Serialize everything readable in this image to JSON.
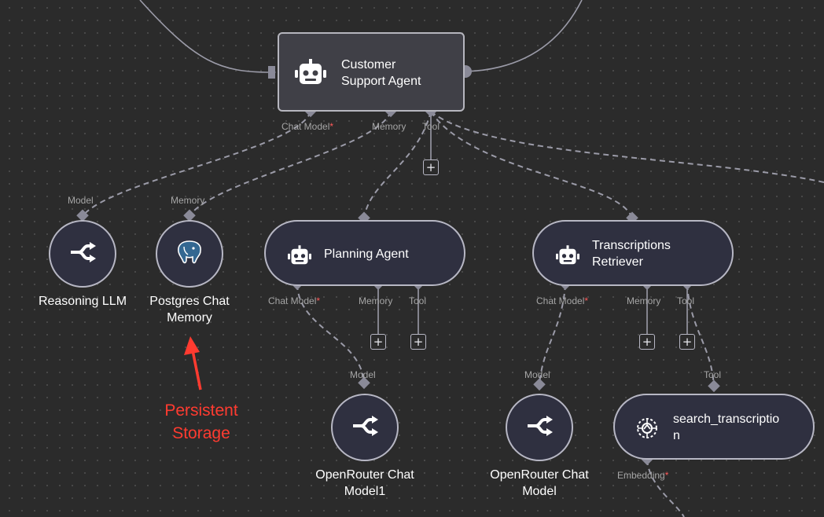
{
  "nodes": {
    "customer_support_agent": {
      "title_line1": "Customer",
      "title_line2": "Support Agent"
    },
    "planning_agent": {
      "title": "Planning Agent"
    },
    "transcriptions_retriever": {
      "title_line1": "Transcriptions",
      "title_line2": "Retriever"
    },
    "reasoning_llm": {
      "label": "Reasoning LLM"
    },
    "postgres_chat_memory": {
      "label_line1": "Postgres Chat",
      "label_line2": "Memory"
    },
    "openrouter_chat_model1": {
      "label_line1": "OpenRouter Chat",
      "label_line2": "Model1"
    },
    "openrouter_chat_model": {
      "label_line1": "OpenRouter Chat",
      "label_line2": "Model"
    },
    "search_transcription": {
      "title_line1": "search_transcriptio",
      "title_line2": "n"
    }
  },
  "ports": {
    "chat_model": "Chat Model",
    "memory": "Memory",
    "tool": "Tool",
    "model": "Model",
    "embedding": "Embedding",
    "required_marker": "*"
  },
  "annotation": {
    "line1": "Persistent",
    "line2": "Storage"
  },
  "icons": {
    "agent": "robot-icon",
    "llm": "openrouter-icon",
    "memory": "postgres-elephant-icon",
    "vector_tool": "vector-store-icon",
    "add": "plus-icon"
  },
  "colors": {
    "background": "#2b2b2b",
    "node_fill": "#2f3040",
    "border": "#b7b7c4",
    "required": "#ff5a5a",
    "annotation": "#ff3b30"
  }
}
